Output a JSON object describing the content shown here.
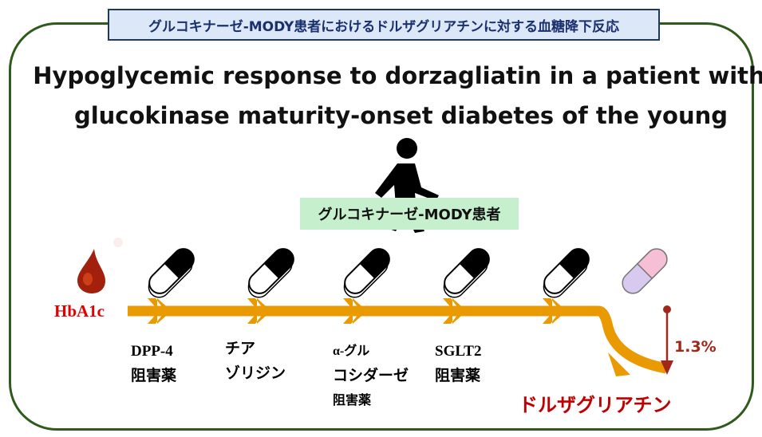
{
  "header": {
    "jp_title": "グルコキナーゼ-MODY患者におけるドルザグリアチンに対する血糖降下反応"
  },
  "title": {
    "line1": "Hypoglycemic response to dorzagliatin in a patient with",
    "line2": "glucokinase maturity-onset diabetes of the young"
  },
  "patient_label": "グルコキナーゼ-MODY患者",
  "hba1c_label": "HbA1c",
  "drugs": [
    {
      "line1": "DPP-4",
      "line2": "阻害薬"
    },
    {
      "line1": "チア",
      "line2": "ゾリジン"
    },
    {
      "line1": "α-グル",
      "line2": "コシダーゼ",
      "line3": "阻害薬"
    },
    {
      "line1": "SGLT2",
      "line2": "阻害薬"
    }
  ],
  "dorzagliatin_label": "ドルザグリアチン",
  "reduction": "1.3%",
  "colors": {
    "arrow": "#e89a00",
    "frame": "#2e5a1c",
    "red": "#c00000",
    "reduction": "#a0281a"
  }
}
